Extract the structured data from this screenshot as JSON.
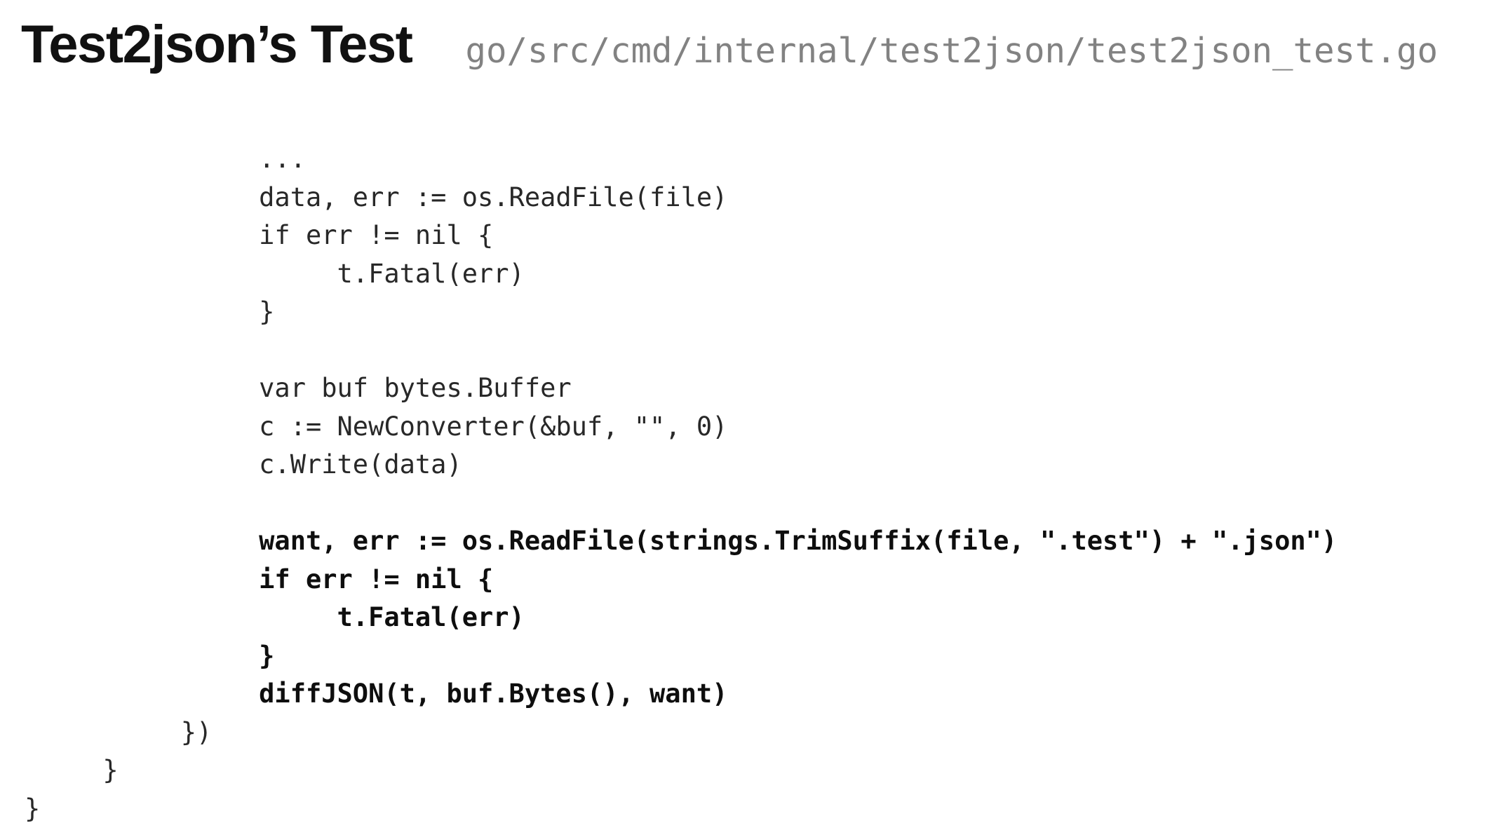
{
  "header": {
    "title": "Test2json’s Test",
    "file_path": "go/src/cmd/internal/test2json/test2json_test.go"
  },
  "colors": {
    "background": "#ffffff",
    "title": "#111111",
    "file_path": "#828282",
    "code": "#282828",
    "code_bold": "#0e0e0e"
  },
  "code": {
    "lines": [
      {
        "text": "               ...",
        "bold": false
      },
      {
        "text": "               data, err := os.ReadFile(file)",
        "bold": false
      },
      {
        "text": "               if err != nil {",
        "bold": false
      },
      {
        "text": "                    t.Fatal(err)",
        "bold": false
      },
      {
        "text": "               }",
        "bold": false
      },
      {
        "text": "",
        "bold": false
      },
      {
        "text": "               var buf bytes.Buffer",
        "bold": false
      },
      {
        "text": "               c := NewConverter(&buf, \"\", 0)",
        "bold": false
      },
      {
        "text": "               c.Write(data)",
        "bold": false
      },
      {
        "text": "",
        "bold": false
      },
      {
        "text": "               want, err := os.ReadFile(strings.TrimSuffix(file, \".test\") + \".json\")",
        "bold": true
      },
      {
        "text": "               if err != nil {",
        "bold": true
      },
      {
        "text": "                    t.Fatal(err)",
        "bold": true
      },
      {
        "text": "               }",
        "bold": true
      },
      {
        "text": "               diffJSON(t, buf.Bytes(), want)",
        "bold": true
      },
      {
        "text": "          })",
        "bold": false
      },
      {
        "text": "     }",
        "bold": false
      },
      {
        "text": "}",
        "bold": false
      }
    ]
  }
}
